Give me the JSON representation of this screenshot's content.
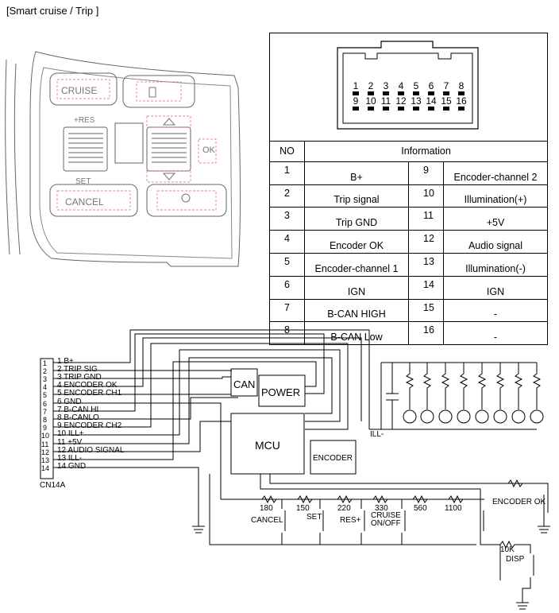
{
  "title": "[Smart cruise / Trip ]",
  "switch_buttons": {
    "cruise": "CRUISE",
    "res": "+RES",
    "set": "SET",
    "cancel": "CANCEL",
    "ok": "OK"
  },
  "connector_pins": {
    "row1": [
      "1",
      "2",
      "3",
      "4",
      "5",
      "6",
      "7",
      "8"
    ],
    "row2": [
      "9",
      "10",
      "11",
      "12",
      "13",
      "14",
      "15",
      "16"
    ]
  },
  "pin_table": {
    "headers": [
      "NO",
      "Information"
    ],
    "rows": [
      {
        "no": "1",
        "info": "B+",
        "no2": "9",
        "info2": "Encoder-channel 2"
      },
      {
        "no": "2",
        "info": "Trip signal",
        "no2": "10",
        "info2": "Illumination(+)"
      },
      {
        "no": "3",
        "info": "Trip GND",
        "no2": "11",
        "info2": "+5V"
      },
      {
        "no": "4",
        "info": "Encoder OK",
        "no2": "12",
        "info2": "Audio signal"
      },
      {
        "no": "5",
        "info": "Encoder-channel 1",
        "no2": "13",
        "info2": "Illumination(-)"
      },
      {
        "no": "6",
        "info": "IGN",
        "no2": "14",
        "info2": "IGN"
      },
      {
        "no": "7",
        "info": "B-CAN HIGH",
        "no2": "15",
        "info2": "-"
      },
      {
        "no": "8",
        "info": "B-CAN Low",
        "no2": "16",
        "info2": "-"
      }
    ]
  },
  "circuit": {
    "connector_name": "CN14A",
    "pin_numbers": [
      "1",
      "2",
      "3",
      "4",
      "5",
      "6",
      "7",
      "8",
      "9",
      "10",
      "11",
      "12",
      "13",
      "14"
    ],
    "pin_labels": [
      "1 B+",
      "2 TRIP SIG",
      "3 TRIP GND",
      "4 ENCODER OK",
      "5 ENCODER CH1",
      "6 GND",
      "7 B-CAN HI",
      "8 B-CANLO",
      "9 ENCODER CH2",
      "10 ILL+",
      "11 +5V",
      "12 AUDIO SIGNAL",
      "13 ILL-",
      "14 GND"
    ],
    "blocks": {
      "can": "CAN",
      "power": "POWER",
      "mcu": "MCU",
      "encoder": "ENCODER"
    },
    "ill_minus": "ILL-",
    "resistor_values": [
      "180",
      "150",
      "220",
      "330",
      "560",
      "1100"
    ],
    "switch_labels": [
      "CANCEL",
      "SET",
      "RES+",
      "CRUISE",
      "ON/OFF"
    ],
    "encoder_ok": "ENCODER OK",
    "disp_resistor": "10K",
    "disp": "DISP"
  }
}
